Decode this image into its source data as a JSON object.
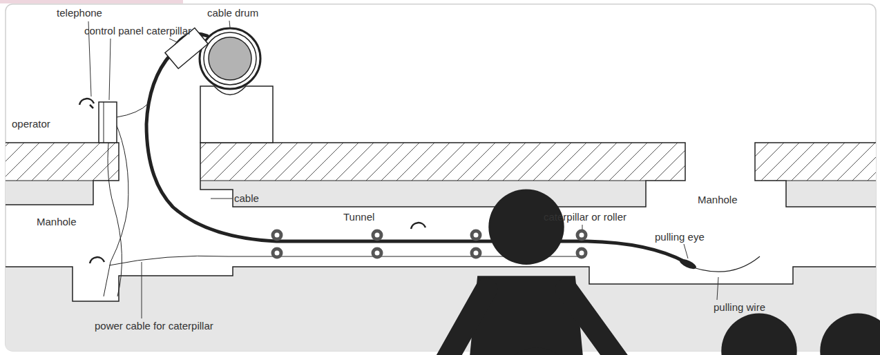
{
  "diagram": {
    "labels": [
      "telephone",
      "control panel",
      "caterpillar",
      "cable drum",
      "operator",
      "cable",
      "Manhole",
      "Tunnel",
      "caterpillar or roller",
      "pulling eye",
      "Manhole",
      "pulling wire",
      "power cable for caterpillar"
    ]
  }
}
